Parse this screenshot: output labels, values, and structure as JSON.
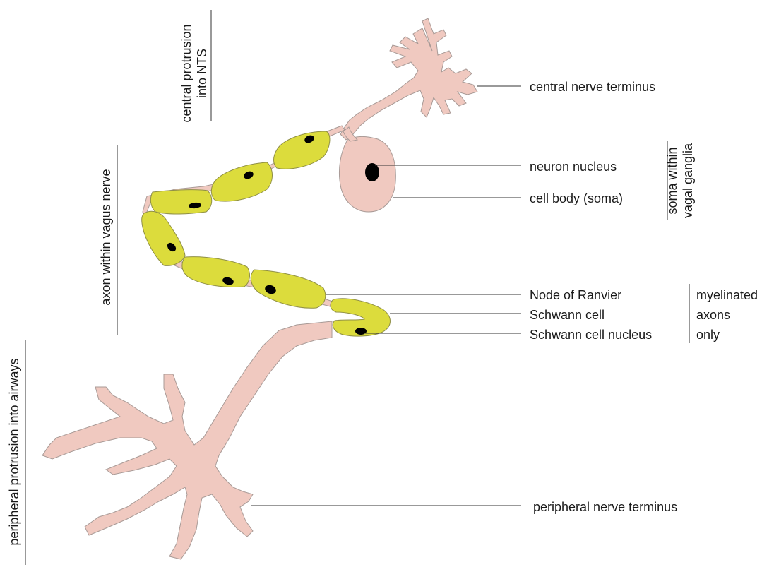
{
  "labels": {
    "central_terminus": "central nerve terminus",
    "neuron_nucleus": "neuron nucleus",
    "cell_body": "cell body (soma)",
    "node": "Node of Ranvier",
    "schwann": "Schwann cell",
    "schwann_nucleus": "Schwann cell nucleus",
    "peripheral_terminus": "peripheral nerve terminus",
    "myelinated_1": "myelinated",
    "myelinated_2": "axons",
    "myelinated_3": "only",
    "central_protrusion_1": "central protrusion",
    "central_protrusion_2": "into NTS",
    "soma_1": "soma within",
    "soma_2": "vagal ganglia",
    "axon": "axon within vagus nerve",
    "peripheral_protrusion": "peripheral protrusion into airways"
  },
  "colors": {
    "neuron": "#f0c9c0",
    "schwann_cell": "#dcdc3c",
    "nucleus": "#000000"
  }
}
